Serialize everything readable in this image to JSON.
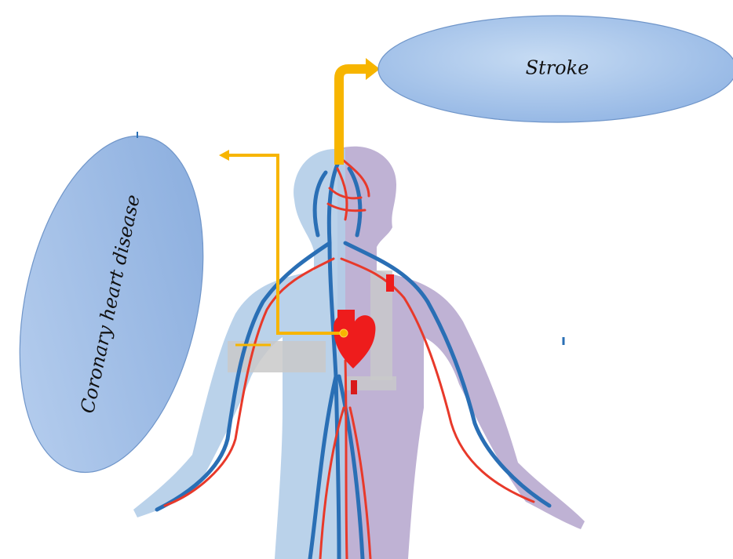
{
  "labels": {
    "stroke": "Stroke",
    "coronary": "Coronary heart disease"
  },
  "colors": {
    "ellipse_fill_light": "#b8d0ee",
    "ellipse_fill_dark": "#8fb3e3",
    "ellipse_stroke": "#6f95c9",
    "arrow": "#f7b500",
    "vein": "#2a6fb5",
    "artery": "#e8392a",
    "heart": "#ee1c1c",
    "body_front": "#b3cde8",
    "body_back": "#b8aacf"
  },
  "icons": {
    "figure": "human-circulatory-system-figure",
    "heart": "heart-icon"
  }
}
